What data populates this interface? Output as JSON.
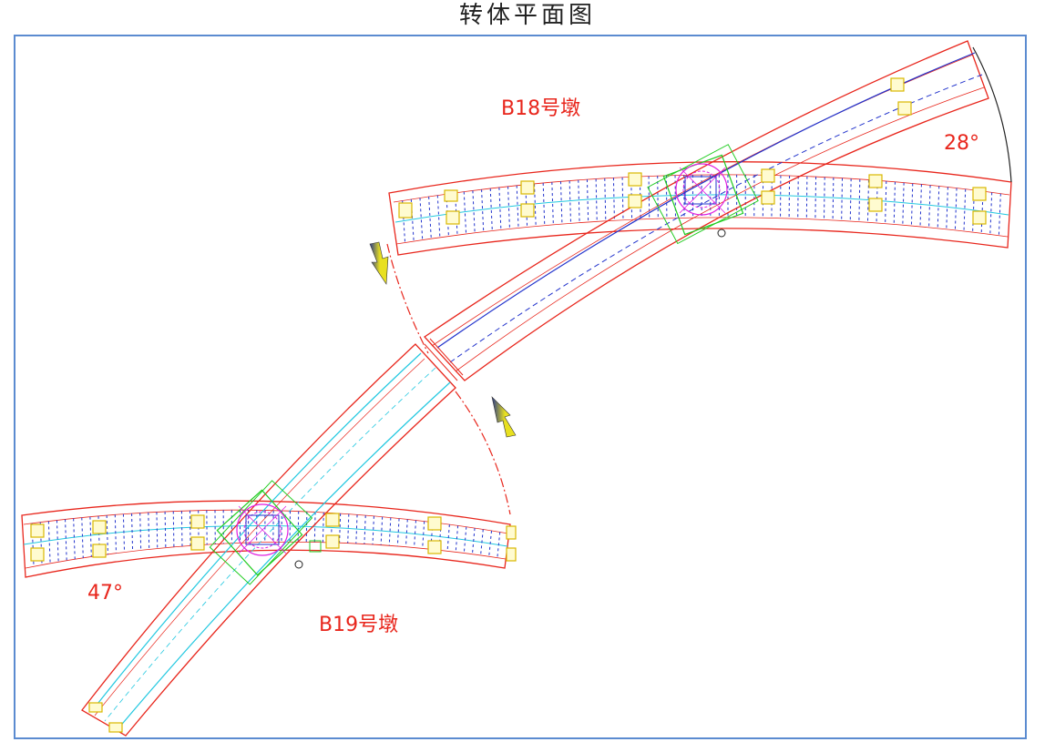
{
  "title": "转体平面图",
  "pier_b18": {
    "label": "B18号墩",
    "angle": "28°"
  },
  "pier_b19": {
    "label": "B19号墩",
    "angle": "47°"
  },
  "colors": {
    "frame": "#5b8bd0",
    "outline": "#e8261c",
    "centerline": "#2233cc",
    "sleeper": "#2233cc",
    "cyan": "#22c8e0",
    "green": "#22cc22",
    "magenta": "#e020e0",
    "yellow": "#e8d020",
    "arrow_dark": "#2a3a8a",
    "arrow_light": "#e8e020"
  },
  "icons": [
    "rotation-arrow-icon",
    "rotation-arrow-icon"
  ]
}
